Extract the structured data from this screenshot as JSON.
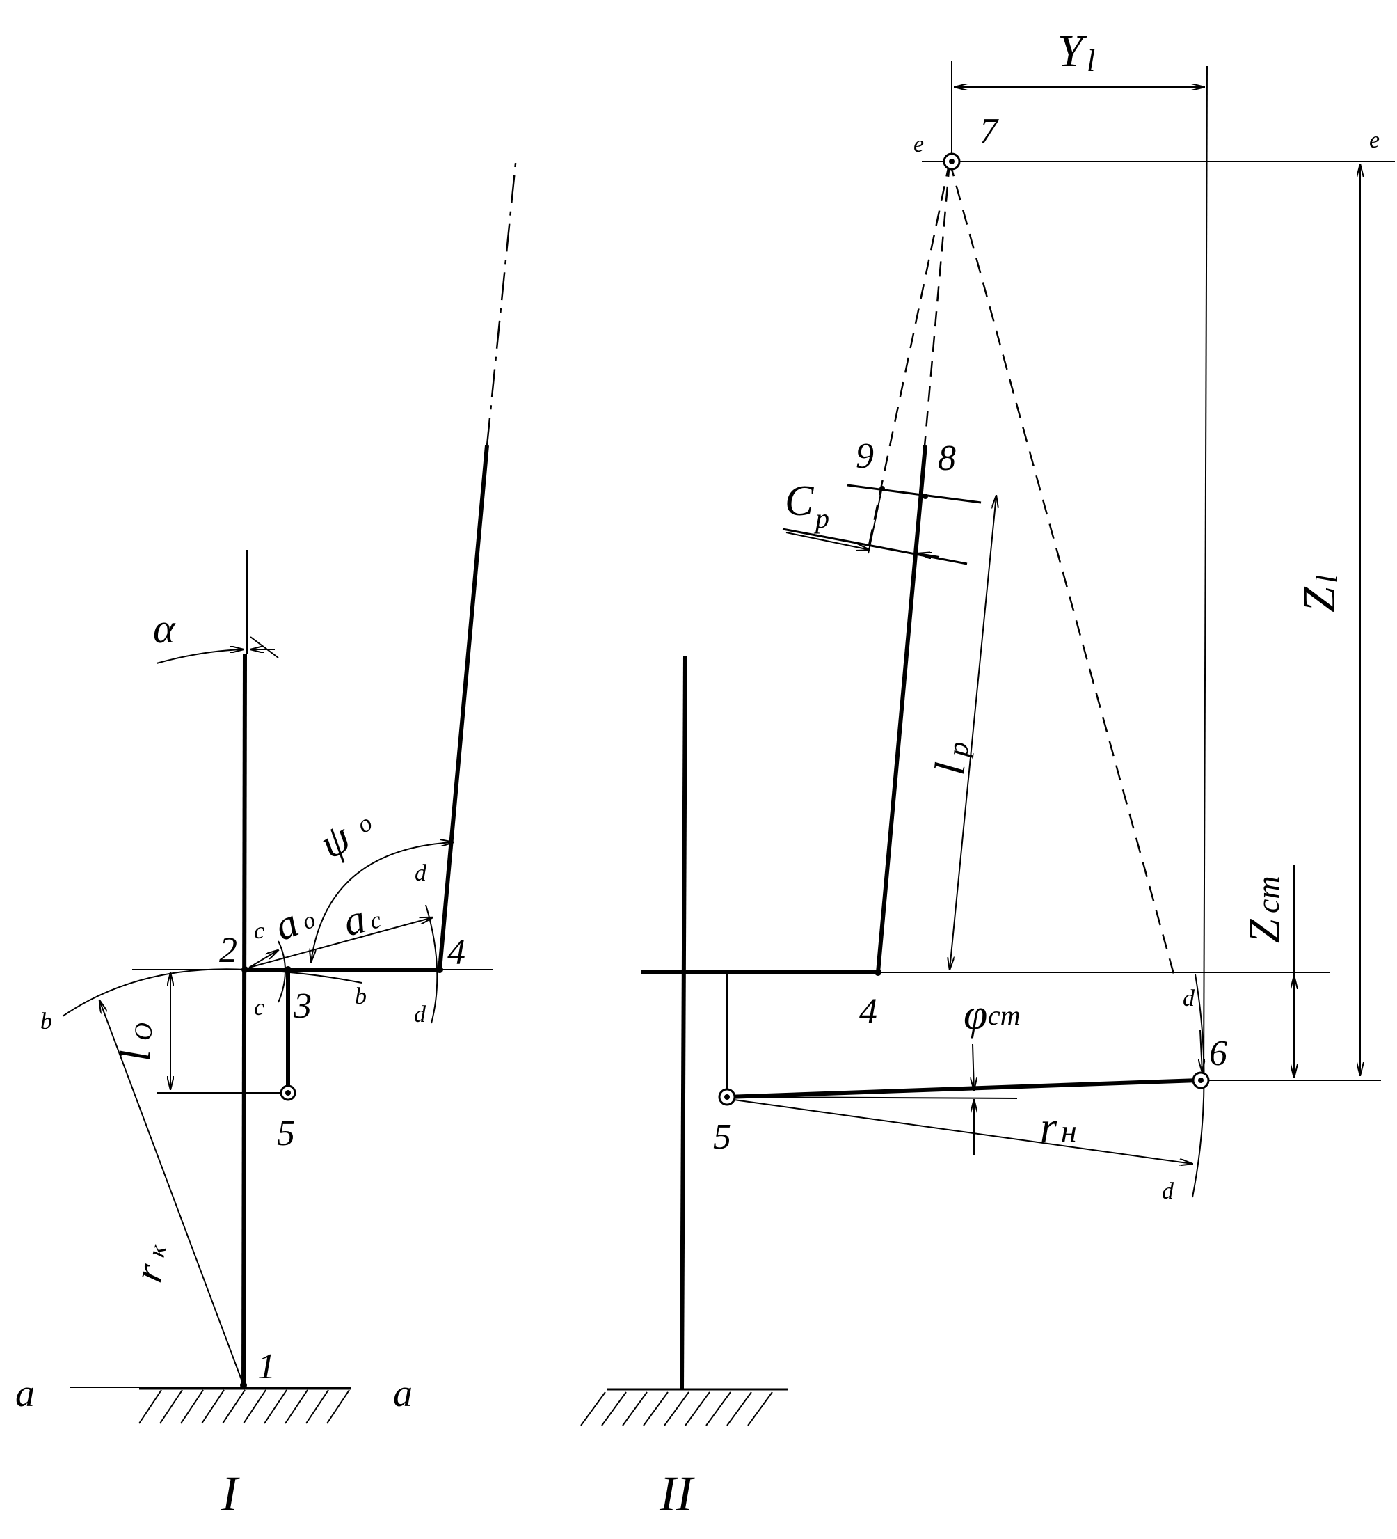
{
  "views": {
    "view_1": {
      "label": "I"
    },
    "view_2": {
      "label": "II"
    }
  },
  "points": {
    "p1": "1",
    "p2": "2",
    "p3": "3",
    "p4": "4",
    "p5": "5",
    "p4b": "4",
    "p5b": "5",
    "p6": "6",
    "p7": "7",
    "p8": "8",
    "p9": "9"
  },
  "lines": {
    "a": "a",
    "b": "b",
    "c": "c",
    "d": "d",
    "e": "e"
  },
  "dimensions": {
    "alpha": "α",
    "psi0": "ψ",
    "psi0_sub": "o",
    "a0": "a",
    "a0_sub": "o",
    "ac": "a",
    "ac_sub": "c",
    "l0": "l",
    "l0_sub": "O",
    "rk": "r",
    "rk_sub": "к",
    "Y1": "Y",
    "Y1_sub": "l",
    "Z1": "Z",
    "Z1_sub": "l",
    "Zst": "Z",
    "Zst_sub": "cm",
    "lp": "l",
    "lp_sub": "p",
    "Cp": "C",
    "Cp_sub": "p",
    "phist": "φ",
    "phist_sub": "cm",
    "rn": "r",
    "rn_sub": "н"
  }
}
